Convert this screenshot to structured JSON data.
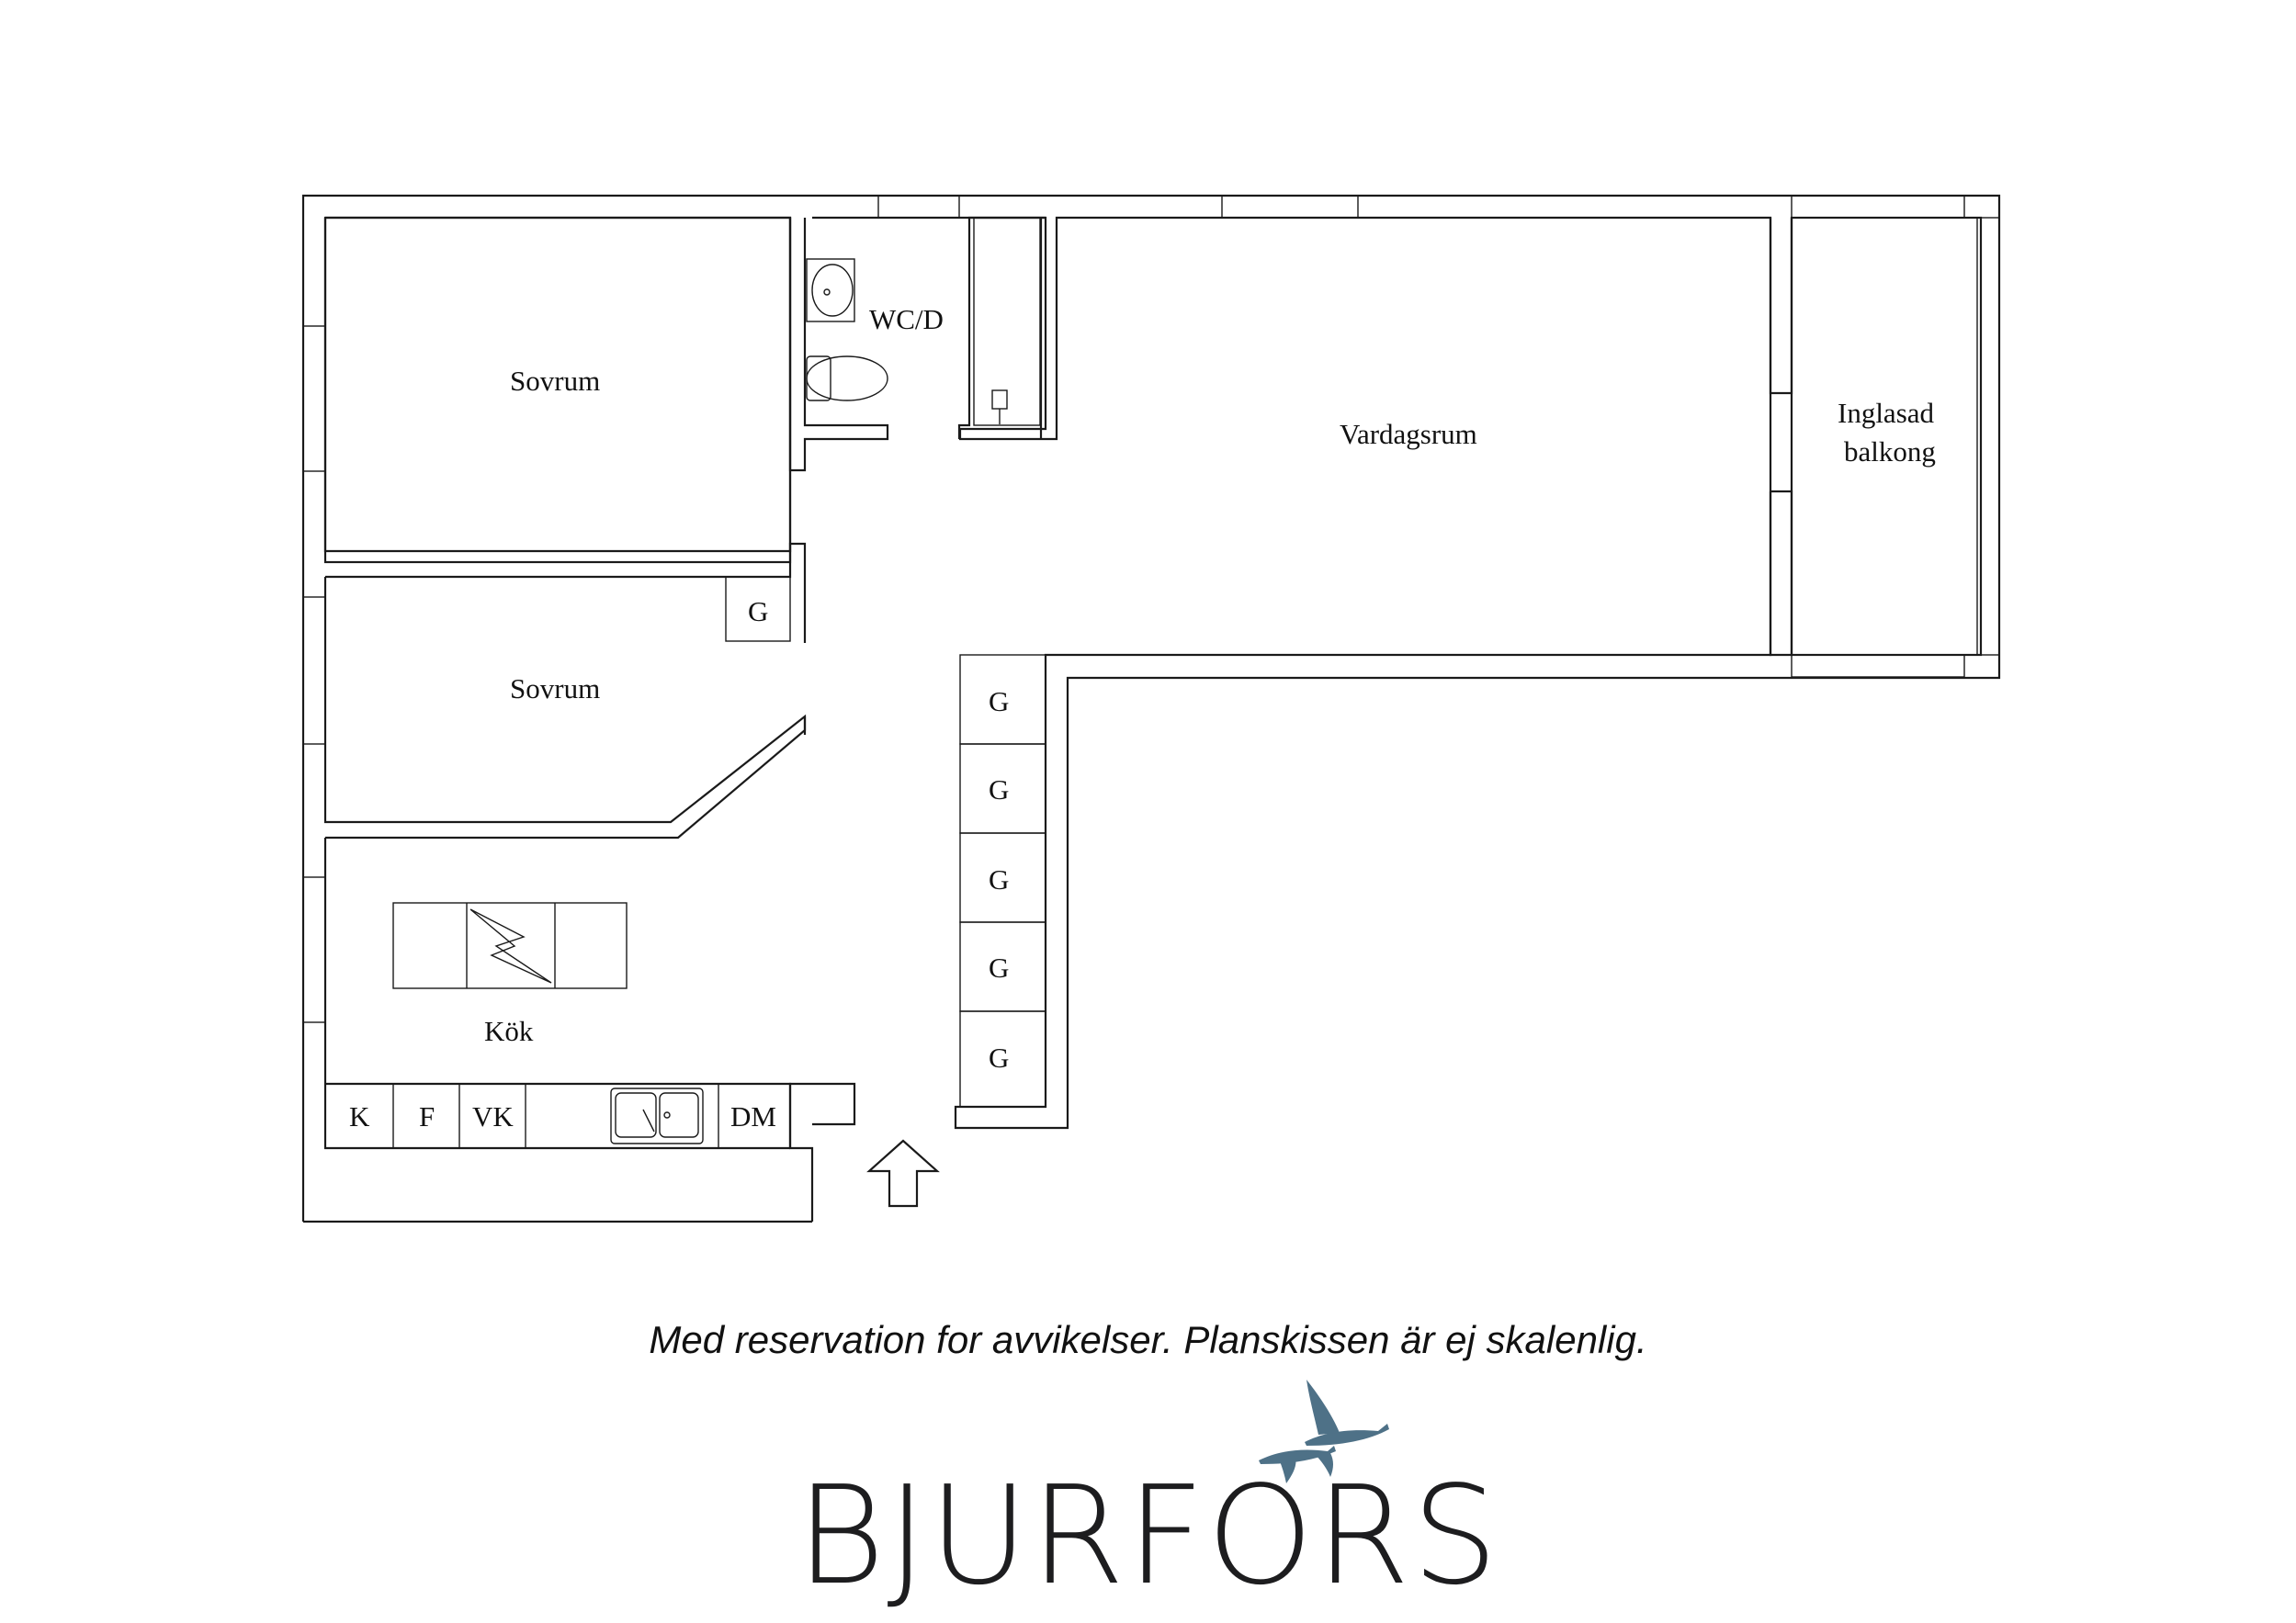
{
  "rooms": {
    "bedroom_1": "Sovrum",
    "bedroom_2": "Sovrum",
    "bathroom": "WC/D",
    "living_room": "Vardagsrum",
    "balcony_line1": "Inglasad",
    "balcony_line2": "balkong",
    "kitchen": "Kök"
  },
  "wardrobes": [
    "G",
    "G",
    "G",
    "G",
    "G",
    "G"
  ],
  "kitchen_units": [
    "K",
    "F",
    "VK",
    "DM"
  ],
  "disclaimer": "Med reservation for avvikelser. Planskissen är ej skalenlig.",
  "brand": {
    "name": "BJURFORS",
    "logo_icon": "flying-birds-icon",
    "logo_color": "#4e7187"
  },
  "icons": {
    "entrance": "entrance-arrow-icon",
    "sink": "sink-icon",
    "toilet": "toilet-icon",
    "shower": "shower-icon",
    "stove": "stove-icon",
    "kitchen_sink": "kitchen-sink-icon"
  }
}
